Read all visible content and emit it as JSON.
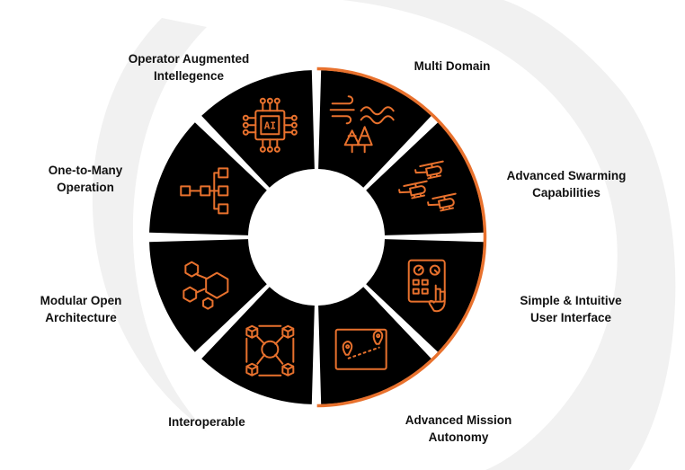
{
  "colors": {
    "segment_fill": "#000000",
    "icon_stroke": "#e8712d",
    "accent_ring": "#e8712d",
    "background_swoosh": "#f1f1f1",
    "label_text": "#111111"
  },
  "segments": [
    {
      "id": "multi-domain",
      "icon": "wind-waves-trees-icon",
      "label_lines": [
        "Multi Domain"
      ],
      "highlighted": true
    },
    {
      "id": "advanced-swarming",
      "icon": "helicopter-swarm-icon",
      "label_lines": [
        "Advanced Swarming",
        "Capabilities"
      ],
      "highlighted": true
    },
    {
      "id": "simple-intuitive-ui",
      "icon": "control-panel-touch-icon",
      "label_lines": [
        "Simple & Intuitive",
        "User Interface"
      ],
      "highlighted": true
    },
    {
      "id": "advanced-mission-autonomy",
      "icon": "map-route-icon",
      "label_lines": [
        "Advanced Mission",
        "Autonomy"
      ],
      "highlighted": true
    },
    {
      "id": "interoperable",
      "icon": "connected-cubes-icon",
      "label_lines": [
        "Interoperable"
      ],
      "highlighted": false
    },
    {
      "id": "modular-open-architecture",
      "icon": "hexagon-modules-icon",
      "label_lines": [
        "Modular Open",
        "Architecture"
      ],
      "highlighted": false
    },
    {
      "id": "one-to-many",
      "icon": "hierarchy-tree-icon",
      "label_lines": [
        "One-to-Many",
        "Operation"
      ],
      "highlighted": false
    },
    {
      "id": "operator-augmented",
      "icon": "ai-chip-icon",
      "label_lines": [
        "Operator Augmented",
        "Intellegence"
      ],
      "highlighted": false
    }
  ],
  "chip_text": "AI"
}
